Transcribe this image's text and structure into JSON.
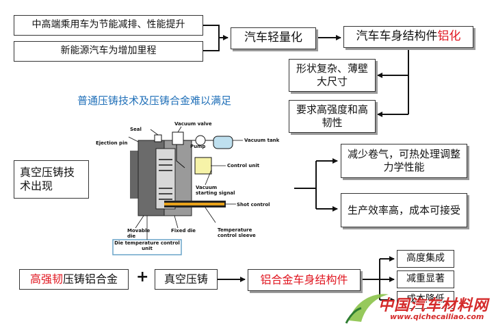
{
  "boxes": {
    "driver1": "中高端乘用车为节能减排、性能提升",
    "driver2": "新能源汽车为增加里程",
    "lightweight": "汽车轻量化",
    "body_parts_prefix": "汽车车身结构件",
    "body_parts_highlight": "铝化",
    "complex_shape": "形状复杂、薄壁大尺寸",
    "high_strength": "要求高强度和高韧性",
    "vacuum_tech": "真空压铸技术出现",
    "benefit1": "减少卷气，可热处理调整力学性能",
    "benefit2": "生产效率高，成本可接受",
    "alloy_highlight": "高强韧",
    "alloy_rest": "压铸铝合金",
    "plus": "+",
    "vacuum_casting": "真空压铸",
    "result": "铝合金车身结构件",
    "out1": "高度集成",
    "out2": "减重显著",
    "out3": "成本降低"
  },
  "note": "普通压铸技术及压铸合金难以满足",
  "schematic": {
    "labels": {
      "seal": "Seal",
      "vacuum_valve": "Vacuum valve",
      "ejection_pin": "Ejection pin",
      "pump": "Pump",
      "vacuum_tank": "Vacuum tank",
      "control_unit": "Control unit",
      "vacuum_signal": "Vacuum starting signal",
      "shot_control": "Shot control",
      "movable_die": "Movable die",
      "fixed_die": "Fixed die",
      "temp_sleeve": "Temperature control sleeve",
      "die_temp_unit": "Die temperature control unit"
    }
  },
  "watermark": {
    "name": "中国汽车材料网",
    "url": "www.qichecailiao.com"
  },
  "colors": {
    "accent_red": "#e0141e",
    "note_blue": "#1f6fb8",
    "watermark_red": "#d42a2a"
  }
}
